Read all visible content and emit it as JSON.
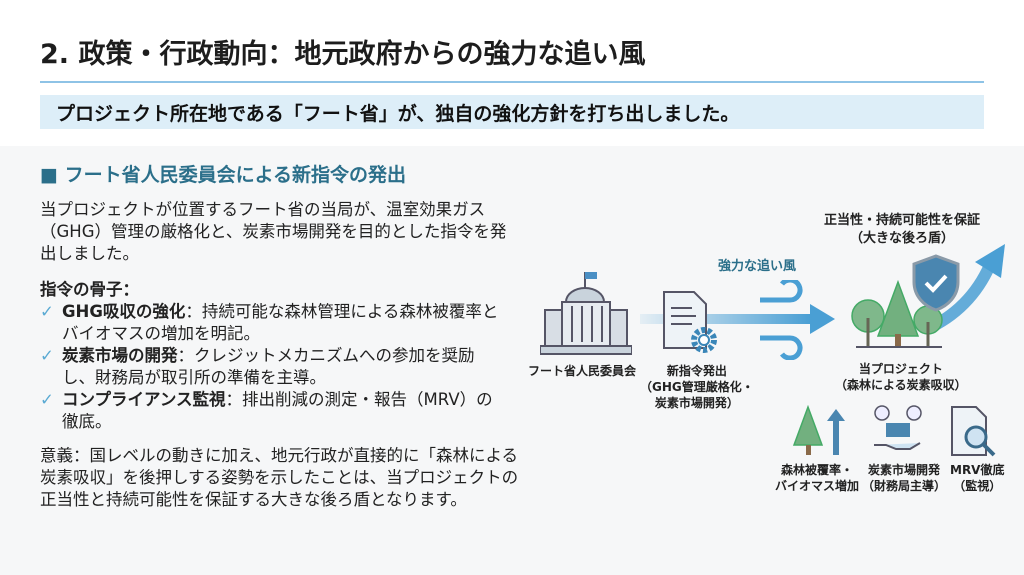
{
  "title": "2. 政策・行政動向：地元政府からの強力な追い風",
  "banner": "プロジェクト所在地である「フート省」が、独自の強化方針を打ち出しました。",
  "section": {
    "heading": "■ フート省人民委員会による新指令の発出",
    "intro": "当プロジェクトが位置するフート省の当局が、温室効果ガス（GHG）管理の厳格化と、炭素市場開発を目的とした指令を発出しました。",
    "points_title": "指令の骨子：",
    "points": [
      {
        "check": "✓",
        "head": "GHG吸収の強化",
        "body": "：持続可能な森林管理による森林被覆率とバイオマスの増加を明記。"
      },
      {
        "check": "✓",
        "head": "炭素市場の開発",
        "body": "：クレジットメカニズムへの参加を奨励し、財務局が取引所の準備を主導。"
      },
      {
        "check": "✓",
        "head": "コンプライアンス監視",
        "body": "：排出削減の測定・報告（MRV）の徹底。"
      }
    ],
    "significance": "意義：国レベルの動きに加え、地元行政が直接的に「森林による炭素吸収」を後押しする姿勢を示したことは、当プロジェクトの正当性と持続可能性を保証する大きな後ろ盾となります。"
  },
  "diagram": {
    "guarantee": "正当性・持続可能性を保証",
    "guarantee_sub": "（大きな後ろ盾）",
    "wind": "強力な追い風",
    "committee": "フート省人民委員会",
    "directive": "新指令発出",
    "directive_sub": "（GHG管理厳格化・",
    "directive_sub2": "炭素市場開発）",
    "project": "当プロジェクト",
    "project_sub": "（森林による炭素吸収）",
    "forest": "森林被覆率・",
    "forest2": "バイオマス増加",
    "market": "炭素市場開発",
    "market2": "（財務局主導）",
    "mrv": "MRV徹底",
    "mrv2": "（監視）"
  },
  "colors": {
    "accent": "#2b6f8a",
    "blue": "#4a9fd4",
    "banner": "#ddeef8"
  }
}
